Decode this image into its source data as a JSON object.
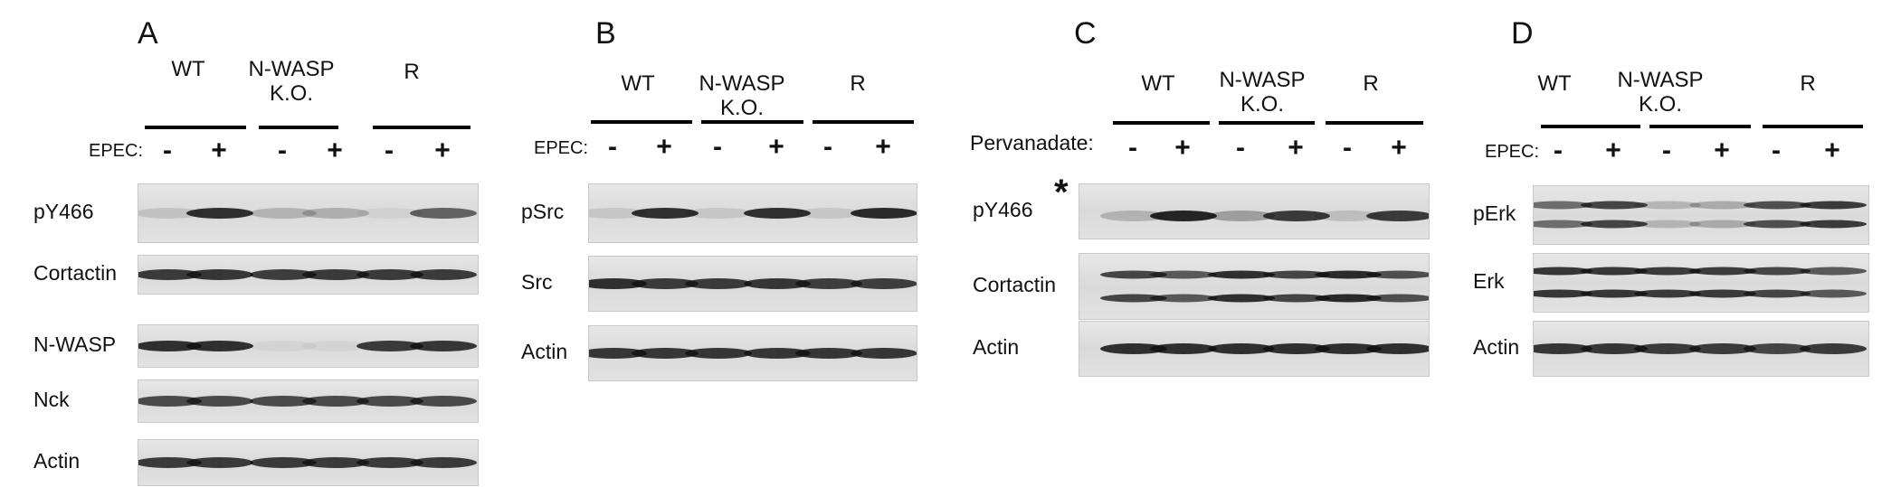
{
  "figure": {
    "panels": [
      {
        "letter": "A",
        "groups": [
          "WT",
          "N-WASP\nK.O.",
          "R"
        ],
        "treatment": "EPEC:",
        "signs": [
          "-",
          "+",
          "-",
          "+",
          "-",
          "+"
        ],
        "blots": [
          {
            "label": "pY466",
            "bands": [
              0.12,
              0.85,
              0.2,
              0.22,
              0.05,
              0.6
            ]
          },
          {
            "label": "Cortactin",
            "bands": [
              0.8,
              0.82,
              0.78,
              0.8,
              0.8,
              0.8
            ]
          },
          {
            "label": "N-WASP",
            "bands": [
              0.85,
              0.85,
              0.03,
              0.03,
              0.8,
              0.82
            ]
          },
          {
            "label": "Nck",
            "bands": [
              0.72,
              0.72,
              0.72,
              0.72,
              0.72,
              0.72
            ]
          },
          {
            "label": "Actin",
            "bands": [
              0.8,
              0.8,
              0.8,
              0.8,
              0.8,
              0.8
            ]
          }
        ]
      },
      {
        "letter": "B",
        "groups": [
          "WT",
          "N-WASP\nK.O.",
          "R"
        ],
        "treatment": "EPEC:",
        "signs": [
          "-",
          "+",
          "-",
          "+",
          "-",
          "+"
        ],
        "blots": [
          {
            "label": "pSrc",
            "bands": [
              0.1,
              0.85,
              0.1,
              0.85,
              0.1,
              0.88
            ]
          },
          {
            "label": "Src",
            "bands": [
              0.85,
              0.8,
              0.8,
              0.82,
              0.78,
              0.78
            ]
          },
          {
            "label": "Actin",
            "bands": [
              0.82,
              0.82,
              0.82,
              0.82,
              0.82,
              0.82
            ]
          }
        ]
      },
      {
        "letter": "C",
        "groups": [
          "WT",
          "N-WASP\nK.O.",
          "R"
        ],
        "treatment": "Pervanadate:",
        "signs": [
          "-",
          "+",
          "-",
          "+",
          "-",
          "+"
        ],
        "asterisk": "*",
        "blots": [
          {
            "label": "pY466",
            "bands": [
              0.2,
              0.9,
              0.3,
              0.8,
              0.15,
              0.8
            ]
          },
          {
            "label": "Cortactin",
            "bands": [
              0.75,
              0.65,
              0.85,
              0.75,
              0.88,
              0.7
            ]
          },
          {
            "label": "Actin",
            "bands": [
              0.85,
              0.85,
              0.85,
              0.85,
              0.85,
              0.85
            ]
          }
        ]
      },
      {
        "letter": "D",
        "groups": [
          "WT",
          "N-WASP\nK.O.",
          "R"
        ],
        "treatment": "EPEC:",
        "signs": [
          "-",
          "+",
          "-",
          "+",
          "-",
          "+"
        ],
        "blots": [
          {
            "label": "pErk",
            "bands": [
              0.55,
              0.75,
              0.2,
              0.25,
              0.7,
              0.8
            ]
          },
          {
            "label": "Erk",
            "bands": [
              0.82,
              0.82,
              0.8,
              0.8,
              0.75,
              0.65
            ]
          },
          {
            "label": "Actin",
            "bands": [
              0.82,
              0.82,
              0.8,
              0.8,
              0.75,
              0.8
            ]
          }
        ]
      }
    ]
  }
}
